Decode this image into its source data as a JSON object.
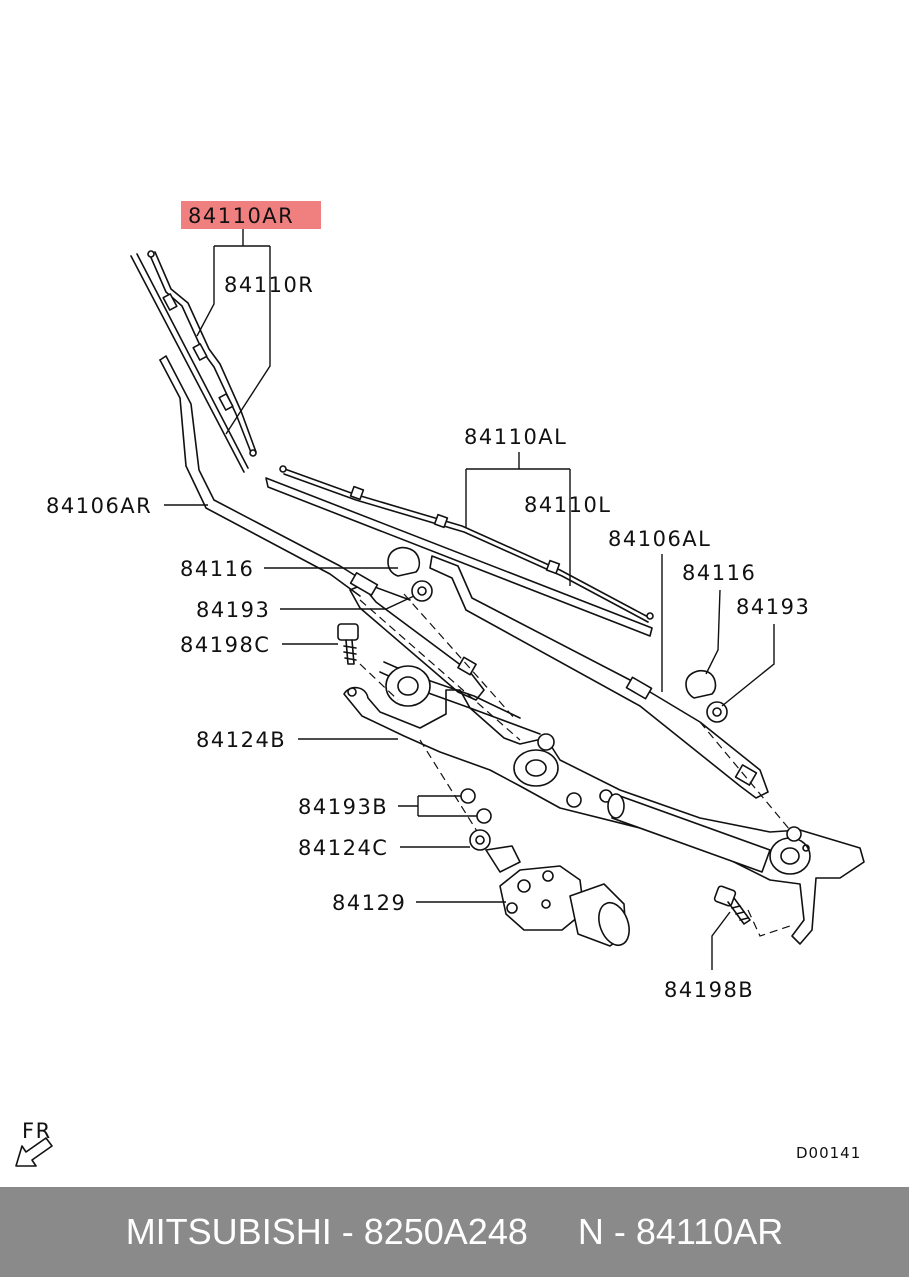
{
  "labels": {
    "highlighted": "84110AR",
    "blade_r": "84110R",
    "blade_al": "84110AL",
    "blade_l": "84110L",
    "arm_ar": "84106AR",
    "arm_al": "84106AL",
    "cap_left": "84116",
    "cap_right": "84116",
    "nut_left": "84193",
    "nut_right": "84193",
    "bolt_c": "84198C",
    "linkage": "84124B",
    "nut_b": "84193B",
    "bushing": "84124C",
    "motor": "84129",
    "bolt_b": "84198B"
  },
  "highlight_color": "#f08080",
  "direction_label": "FR",
  "diagram_code": "D00141",
  "footer": {
    "text": "MITSUBISHI - 8250A248     N - 84110AR",
    "background": "#8a8a8a"
  },
  "icons": [
    "front-direction-arrow-icon"
  ]
}
